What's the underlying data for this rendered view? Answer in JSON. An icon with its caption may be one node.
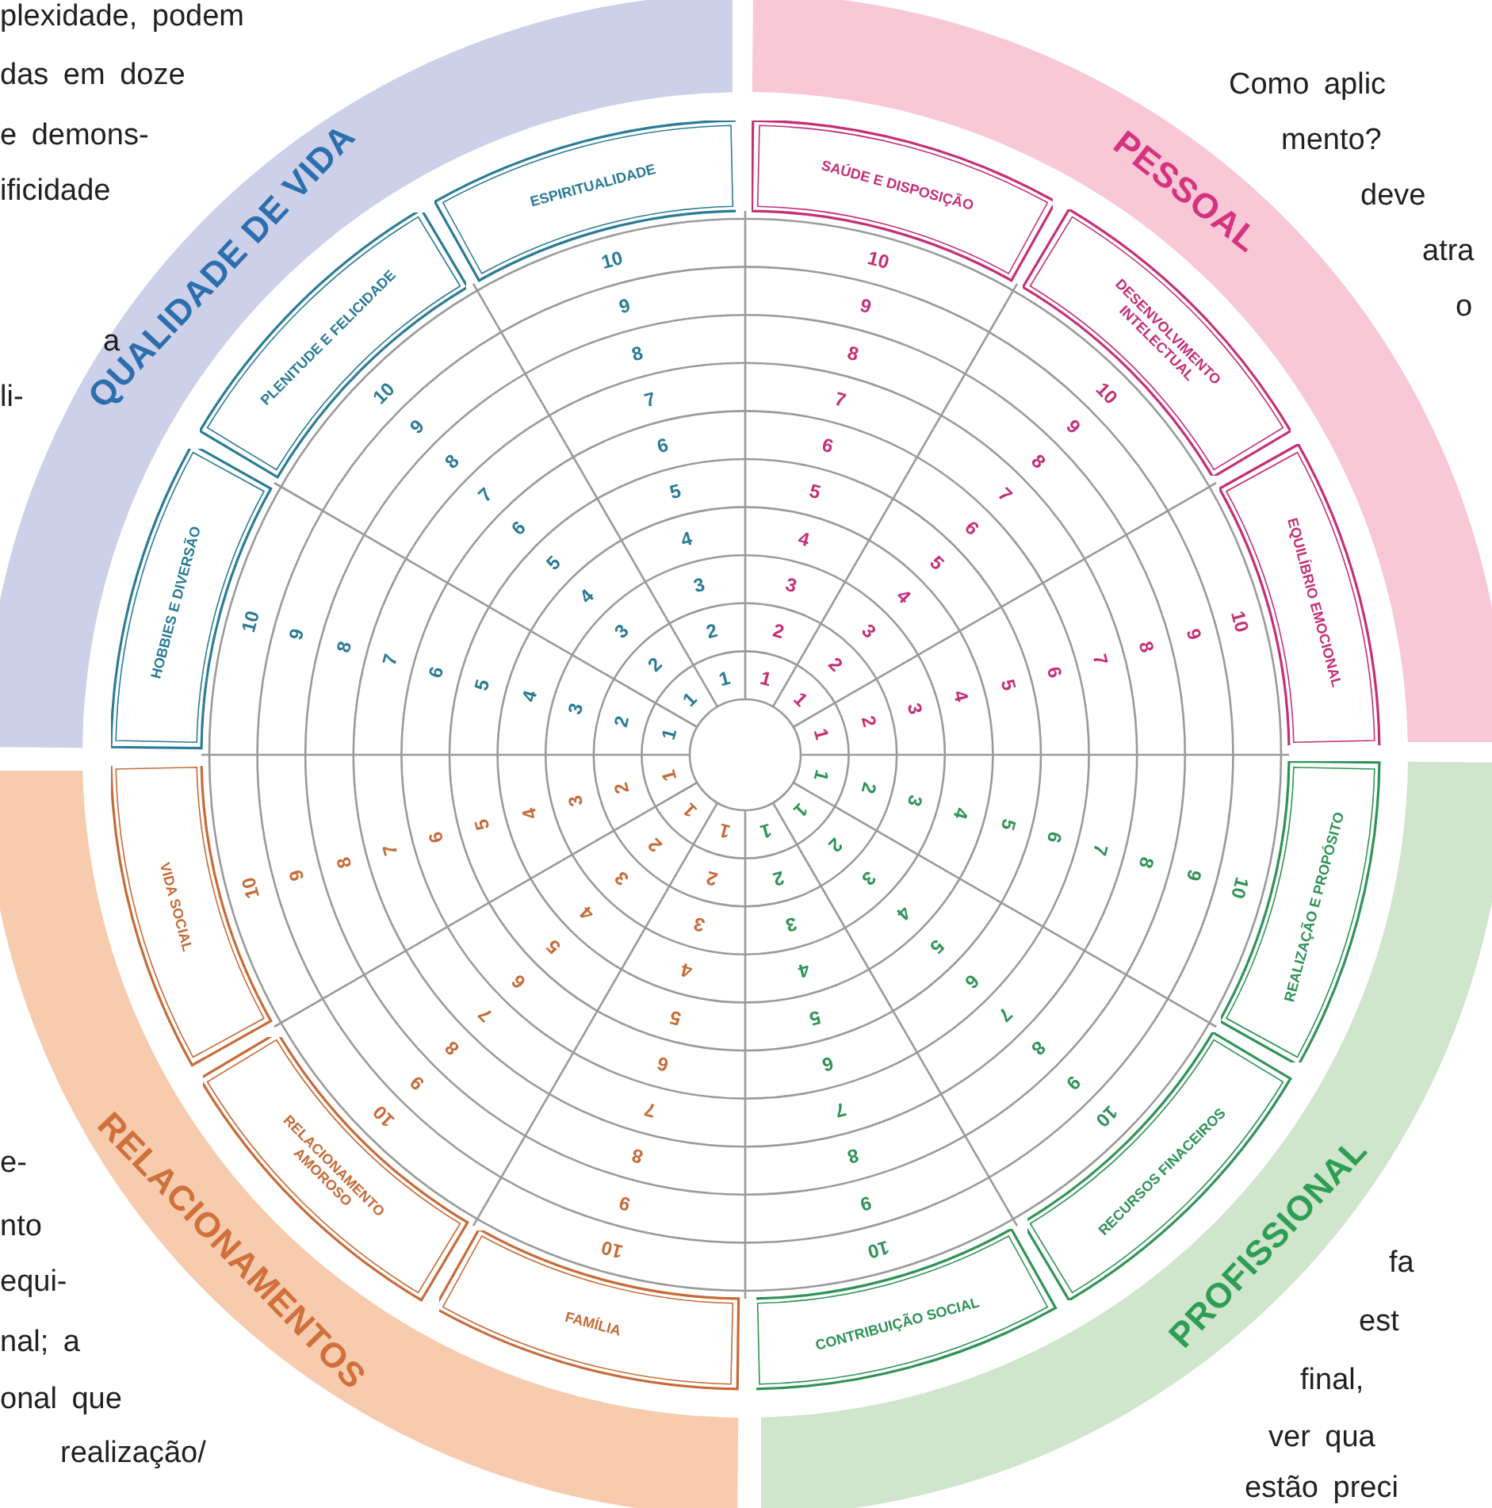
{
  "diagram": {
    "nodes": [
      {
        "text": [
          "QUALIDADE DE VIDA"
        ]
      },
      {
        "text": [
          "HOBBIES E DIVERSÃO"
        ]
      },
      {
        "text": [
          "PLENITUDE E FELICIDADE"
        ]
      },
      {
        "text": [
          "ESPIRITUALIDADE"
        ]
      },
      {
        "text": [
          "PESSOAL"
        ]
      },
      {
        "text": [
          "SAÚDE E DISPOSIÇÃO"
        ]
      },
      {
        "text": [
          "DESENVOLVIMENTO INTELECTUAL"
        ]
      },
      {
        "text": [
          "EQUILÍBRIO EMOCIONAL"
        ]
      },
      {
        "text": [
          "PROFISSIONAL"
        ]
      },
      {
        "text": [
          "REALIZAÇÃO E PROPÓSITO"
        ]
      },
      {
        "text": [
          "RECURSOS FINACEIROS"
        ]
      },
      {
        "text": [
          "CONTRIBUIÇÃO SOCIAL"
        ]
      },
      {
        "text": [
          "RELACIONAMENTOS"
        ]
      },
      {
        "text": [
          "FAMÍLIA"
        ]
      },
      {
        "text": [
          "RELACIONAMENTO AMOROSO"
        ]
      },
      {
        "text": [
          "VIDA SOCIAL"
        ]
      }
    ],
    "labels": [
      "plexidade, podem",
      "das em doze",
      "e demons-",
      "ificidade",
      "Como aplic",
      "a",
      "mento?",
      "deve",
      "li-",
      "atra",
      "o",
      "e-",
      "nto",
      "fa",
      "equi-",
      "est",
      "nal; a",
      "final,",
      "onal que",
      "ver qua",
      "realização/",
      "estão preci",
      "1",
      "2",
      "3",
      "4",
      "5",
      "6",
      "7",
      "8",
      "9",
      "10",
      "1",
      "2",
      "3",
      "4",
      "5",
      "6",
      "7",
      "8",
      "9",
      "10",
      "1",
      "2",
      "3",
      "4",
      "5",
      "6",
      "7",
      "8",
      "9",
      "10",
      "1",
      "2",
      "3",
      "4",
      "5",
      "6",
      "7",
      "8",
      "9",
      "10",
      "1",
      "2",
      "3",
      "4",
      "5",
      "6",
      "7",
      "8",
      "9",
      "10",
      "1",
      "2",
      "3",
      "4",
      "5",
      "6",
      "7",
      "8",
      "9",
      "10",
      "1",
      "2",
      "3",
      "4",
      "5",
      "6",
      "7",
      "8",
      "9",
      "10",
      "1",
      "2",
      "3",
      "4",
      "5",
      "6",
      "7",
      "8",
      "9",
      "10",
      "1",
      "2",
      "3",
      "4",
      "5",
      "6",
      "7",
      "8",
      "9",
      "10",
      "1",
      "2",
      "3",
      "4",
      "5",
      "6",
      "7",
      "8",
      "9",
      "10",
      "1",
      "2",
      "3",
      "4",
      "5",
      "6",
      "7",
      "8",
      "9",
      "10",
      "1",
      "2",
      "3",
      "4",
      "5",
      "6",
      "7",
      "8",
      "9",
      "10"
    ]
  }
}
